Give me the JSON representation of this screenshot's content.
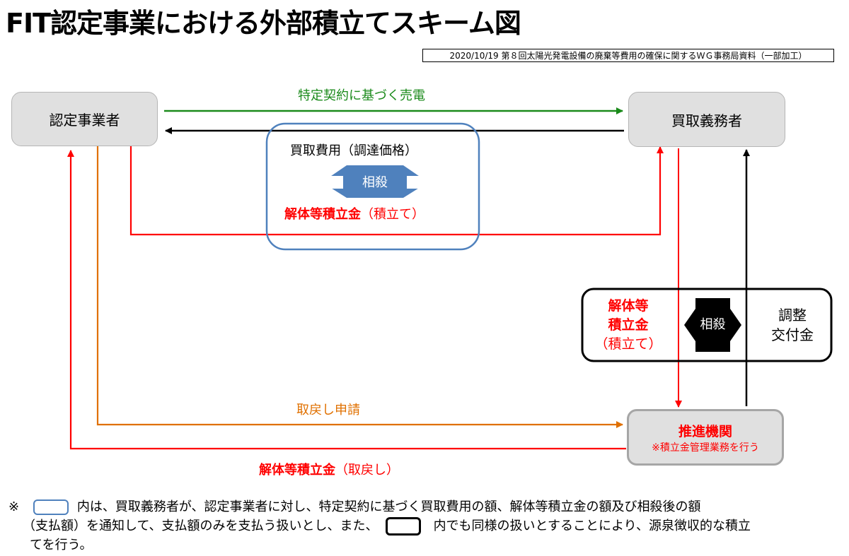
{
  "title": "FIT認定事業における外部積立てスキーム図",
  "source": "2020/10/19 第８回太陽光発電設備の廃棄等費用の確保に関するＷＧ事務局資料（一部加工）",
  "nodes": {
    "certified_operator": "認定事業者",
    "purchase_obligor": "買取義務者",
    "promotion_agency": {
      "name": "推進機関",
      "note": "※積立金管理業務を行う"
    }
  },
  "flows": {
    "sale_of_electricity": "特定契約に基づく売電",
    "purchase_cost": "買取費用（調達価格）",
    "offset": "相殺",
    "reserve_label_bold": "解体等積立金",
    "reserve_label_suffix": "（積立て）",
    "withdrawal_request": "取戻し申請",
    "withdrawal_bold": "解体等積立金",
    "withdrawal_suffix": "（取戻し）"
  },
  "black_box": {
    "left_line1": "解体等",
    "left_line2": "積立金",
    "left_line3": "（積立て）",
    "offset": "相殺",
    "right_line1": "調整",
    "right_line2": "交付金"
  },
  "footnote": {
    "mark": "※",
    "line1_after_box": "内は、買取義務者が、認定事業者に対し、特定契約に基づく買取費用の額、解体等積立金の額及び相殺後の額",
    "line2_before_box": "（支払額）を通知して、支払額のみを支払う扱いとし、また、",
    "line2_after_box": "内でも同様の扱いとすることにより、源泉徴収的な積立",
    "line3": "てを行う。"
  },
  "colors": {
    "green": "#1a8a1a",
    "red": "#ff0000",
    "orange": "#e07000",
    "blue": "#4f81bd",
    "node_fill": "#e0e0e0"
  }
}
